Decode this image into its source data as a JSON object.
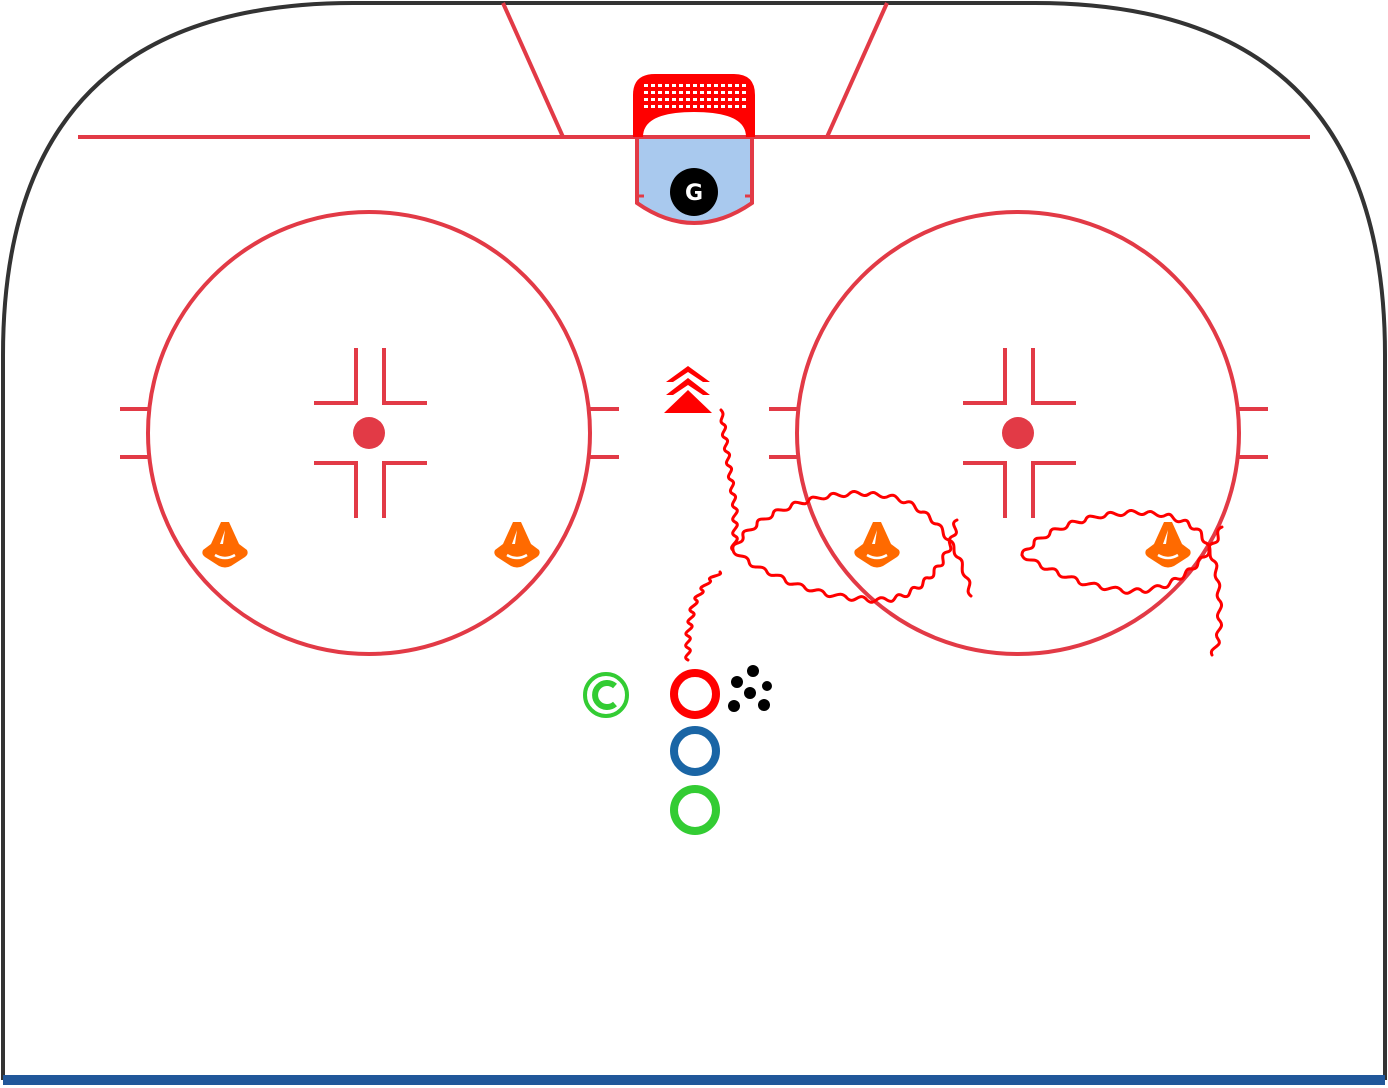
{
  "diagram": {
    "type": "hockey-drill",
    "view": "half-rink (offensive zone)",
    "colors": {
      "boards": "#333333",
      "lines": "#e23a46",
      "goal": "#ff0000",
      "crease": "#a9c9ee",
      "blue_line": "#21579a",
      "cone": "#ff6a00",
      "path": "#ff0000"
    },
    "goalie": {
      "label": "G"
    },
    "coach": {
      "label": "C",
      "color": "#33cc33"
    },
    "players": [
      {
        "name": "player-red",
        "color": "#ff0000"
      },
      {
        "name": "player-blue",
        "color": "#1a65a5"
      },
      {
        "name": "player-green",
        "color": "#33cc33"
      }
    ],
    "cones": [
      {
        "name": "cone-left-circle-left"
      },
      {
        "name": "cone-left-circle-right"
      },
      {
        "name": "cone-right-circle-left"
      },
      {
        "name": "cone-right-circle-right"
      }
    ],
    "pucks": {
      "count": 6
    },
    "path": {
      "style": "skating-with-puck (wavy)",
      "pattern": "figure-eight around right circle cones, then drive to net"
    }
  }
}
